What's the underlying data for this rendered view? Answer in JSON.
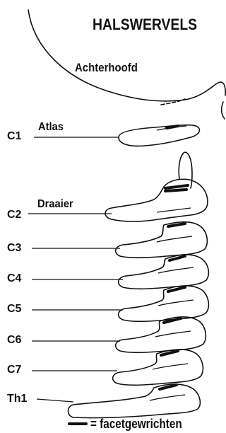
{
  "title": "HALSWERVELS",
  "head_label": "Achterhoofd",
  "vertebrae": [
    {
      "level": "C1",
      "name": "Atlas"
    },
    {
      "level": "C2",
      "name": "Draaier"
    },
    {
      "level": "C3",
      "name": ""
    },
    {
      "level": "C4",
      "name": ""
    },
    {
      "level": "C5",
      "name": ""
    },
    {
      "level": "C6",
      "name": ""
    },
    {
      "level": "C7",
      "name": ""
    },
    {
      "level": "Th1",
      "name": ""
    }
  ],
  "legend": {
    "label": "= facetgewrichten"
  },
  "colors": {
    "ink": "#111111",
    "background": "#ffffff"
  }
}
